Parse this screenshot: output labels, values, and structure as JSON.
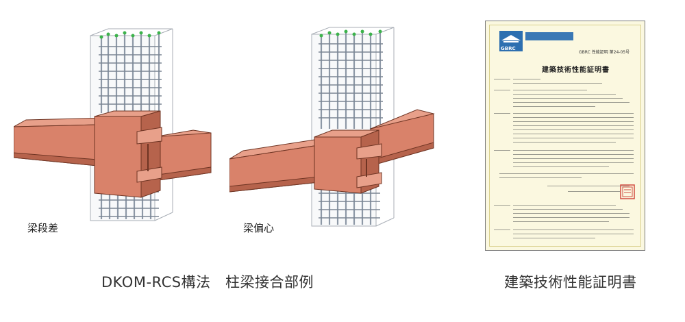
{
  "left_figure": {
    "caption": "DKOM-RCS構法　柱梁接合部例",
    "diagrams": [
      {
        "label": "梁段差"
      },
      {
        "label": "梁偏心"
      }
    ]
  },
  "right_figure": {
    "caption": "建築技術性能証明書",
    "certificate": {
      "org_logo_text": "GBRC",
      "title": "建築技術性能証明書",
      "number": "GBRC 性能証明 第24-05号"
    }
  },
  "colors": {
    "beam_fill": "#d9826a",
    "beam_dark": "#b6634c",
    "beam_edge": "#6e3423",
    "rebar": "#8d98a6",
    "rebar_cap": "#3cb34b",
    "concrete_edge": "#a8aeb6",
    "certificate_bg": "#fbf8e0",
    "seal_red": "#d24b3f"
  }
}
